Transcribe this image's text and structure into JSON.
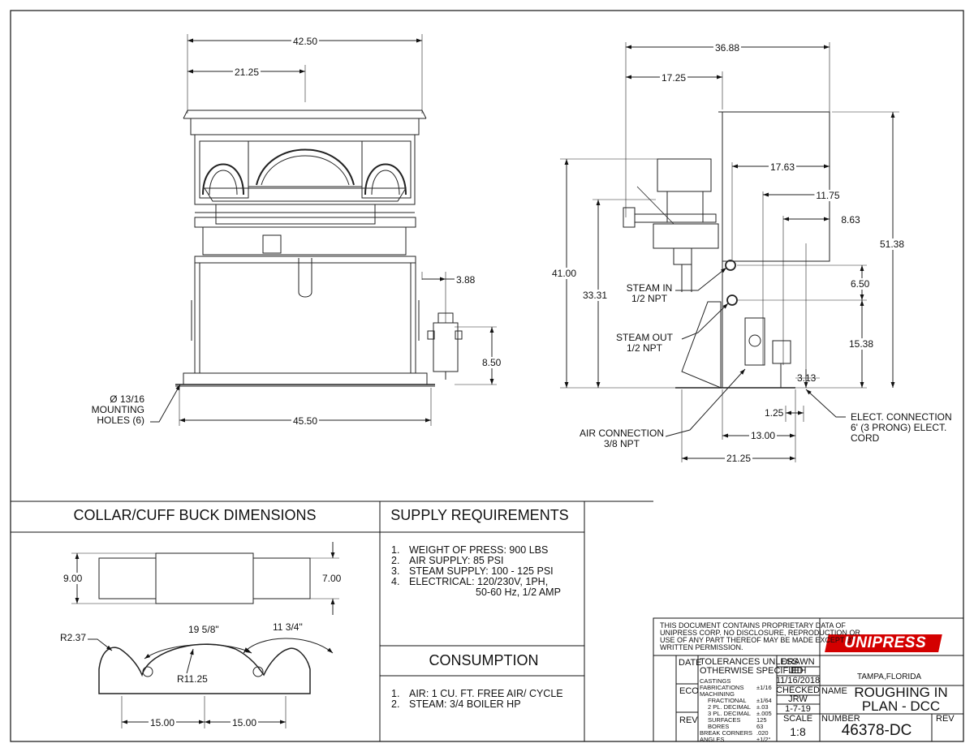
{
  "front_view": {
    "dims": {
      "overall_width": "42.50",
      "half_width": "21.25",
      "regulator_offset": "3.88",
      "regulator_height": "8.50",
      "base_width": "45.50"
    },
    "mounting_holes": [
      "Ø 13/16",
      "MOUNTING",
      "HOLES (6)"
    ]
  },
  "side_view": {
    "dims": {
      "overall_depth": "36.88",
      "to_center": "17.25",
      "d1763": "17.63",
      "d1175": "11.75",
      "d863": "8.63",
      "total_height": "51.38",
      "height_41": "41.00",
      "height_3331": "33.31",
      "d650": "6.50",
      "d1538": "15.38",
      "d313": "3.13",
      "d125": "1.25",
      "d1300": "13.00",
      "d2125": "21.25"
    },
    "steam_in": [
      "STEAM IN",
      "1/2 NPT"
    ],
    "steam_out": [
      "STEAM OUT",
      "1/2 NPT"
    ],
    "air_connection": [
      "AIR CONNECTION",
      "3/8 NPT"
    ],
    "elect_connection": [
      "ELECT. CONNECTION",
      "6' (3 PRONG) ELECT.",
      "CORD"
    ]
  },
  "collar_cuff": {
    "title": "COLLAR/CUFF BUCK DIMENSIONS",
    "d_900": "9.00",
    "d_700": "7.00",
    "r_237": "R2.37",
    "d_19_58": "19 5/8\"",
    "d_11_34": "11 3/4\"",
    "r_1125": "R11.25",
    "d_1500_a": "15.00",
    "d_1500_b": "15.00"
  },
  "supply": {
    "title": "SUPPLY REQUIREMENTS",
    "items": [
      {
        "n": "1.",
        "text": "WEIGHT OF PRESS: 900 LBS"
      },
      {
        "n": "2.",
        "text": "AIR SUPPLY: 85 PSI"
      },
      {
        "n": "3.",
        "text": "STEAM SUPPLY: 100 - 125 PSI"
      },
      {
        "n": "4.",
        "text": "ELECTRICAL: 120/230V, 1PH,"
      }
    ],
    "item4_cont": "50-60 Hz, 1/2 AMP"
  },
  "consumption": {
    "title": "CONSUMPTION",
    "items": [
      {
        "n": "1.",
        "text": "AIR: 1 CU. FT. FREE AIR/ CYCLE"
      },
      {
        "n": "2.",
        "text": "STEAM: 3/4 BOILER HP"
      }
    ]
  },
  "title_block": {
    "notice": [
      "THIS DOCUMENT CONTAINS PROPRIETARY DATA OF",
      "UNIPRESS CORP. NO DISCLOSURE, REPRODUCTION OR",
      "USE OF ANY PART THEREOF MAY BE MADE EXCEPT BY",
      "WRITTEN PERMISSION."
    ],
    "logo": "UNIPRESS",
    "location": "TAMPA,FLORIDA",
    "date_label": "DATE",
    "eco_label": "ECO",
    "rev_label": "REV",
    "tolerances": [
      "TOLERANCES UNLESS",
      "OTHERWISE SPECIFIED"
    ],
    "tol_rows": [
      {
        "k": "CASTINGS",
        "v": ""
      },
      {
        "k": "FABRICATIONS",
        "v": "±1/16"
      },
      {
        "k": "MACHINING",
        "v": ""
      },
      {
        "k": "FRACTIONAL",
        "v": "±1/64"
      },
      {
        "k": "2 PL. DECIMAL",
        "v": "±.03"
      },
      {
        "k": "3 PL. DECIMAL",
        "v": "±.005"
      },
      {
        "k": "SURFACES",
        "v": "125"
      },
      {
        "k": "BORES",
        "v": "63"
      },
      {
        "k": "BREAK CORNERS",
        "v": ".020"
      },
      {
        "k": "ANGLES",
        "v": "±1/2°"
      }
    ],
    "drawn_label": "DRAWN",
    "drawn_by": "JEH",
    "drawn_date": "11/16/2018",
    "checked_label": "CHECKED",
    "checked_by": "JRW",
    "checked_date": "1-7-19",
    "scale_label": "SCALE",
    "scale": "1:8",
    "name_label": "NAME",
    "name_lines": [
      "ROUGHING IN",
      "PLAN - DCC"
    ],
    "number_label": "NUMBER",
    "number": "46378-DC",
    "rev_label2": "REV"
  }
}
